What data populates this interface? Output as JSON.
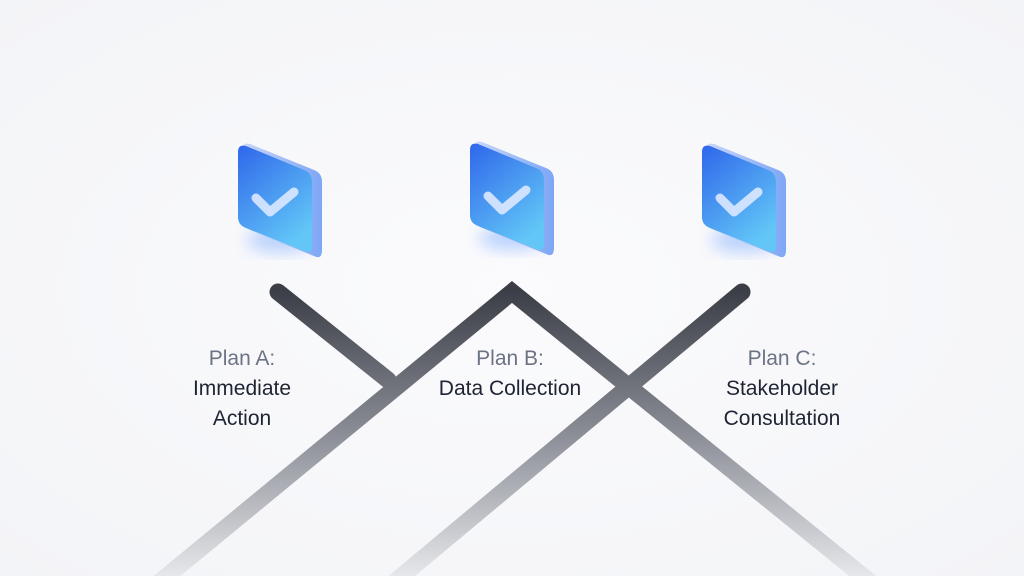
{
  "plans": [
    {
      "title": "Plan A:",
      "subtitle": [
        "Immediate",
        "Action"
      ]
    },
    {
      "title": "Plan B:",
      "subtitle": [
        "Data Collection"
      ]
    },
    {
      "title": "Plan C:",
      "subtitle": [
        "Stakeholder",
        "Consultation"
      ]
    }
  ],
  "colors": {
    "accent": "#3d7bf0",
    "line_dark": "#3b3e46",
    "text_title": "#6b7385",
    "text_body": "#1f2433"
  }
}
